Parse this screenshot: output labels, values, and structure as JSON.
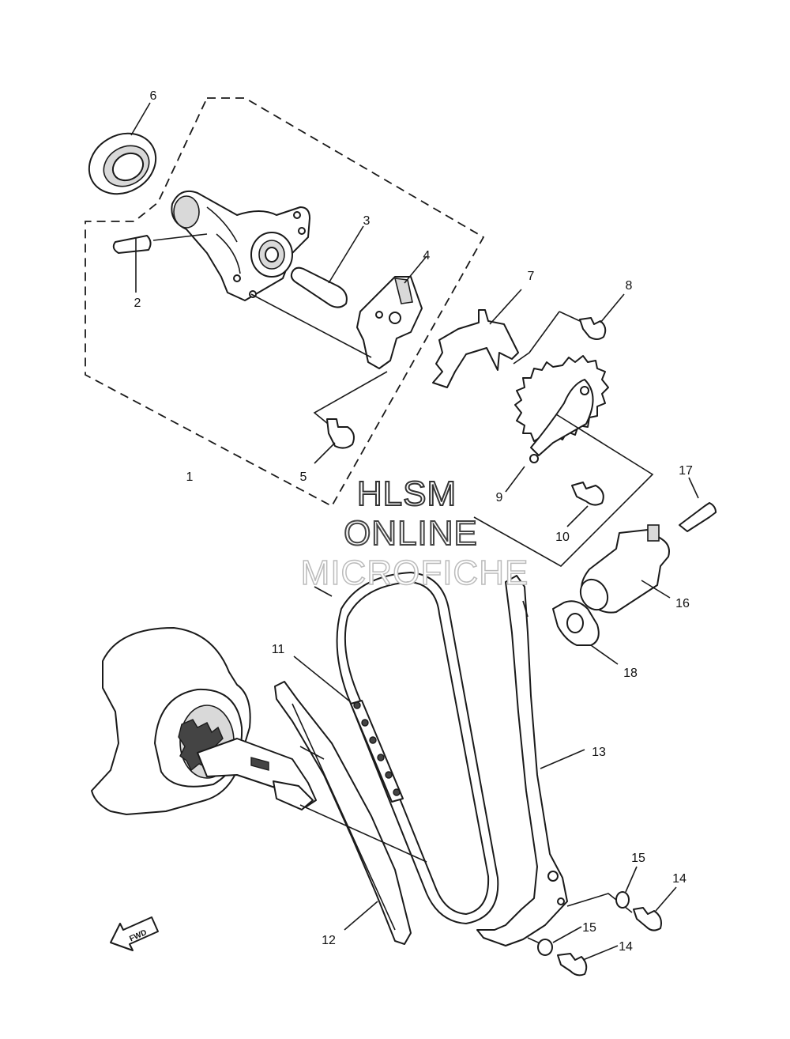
{
  "watermark": {
    "line1": "HLSM",
    "line2": "ONLINE",
    "line3": "MICROFICHE"
  },
  "fwd_label": "FWD",
  "callouts": [
    "1",
    "2",
    "3",
    "4",
    "5",
    "6",
    "7",
    "8",
    "9",
    "10",
    "11",
    "12",
    "13",
    "14",
    "14",
    "15",
    "15",
    "16",
    "17",
    "18"
  ]
}
